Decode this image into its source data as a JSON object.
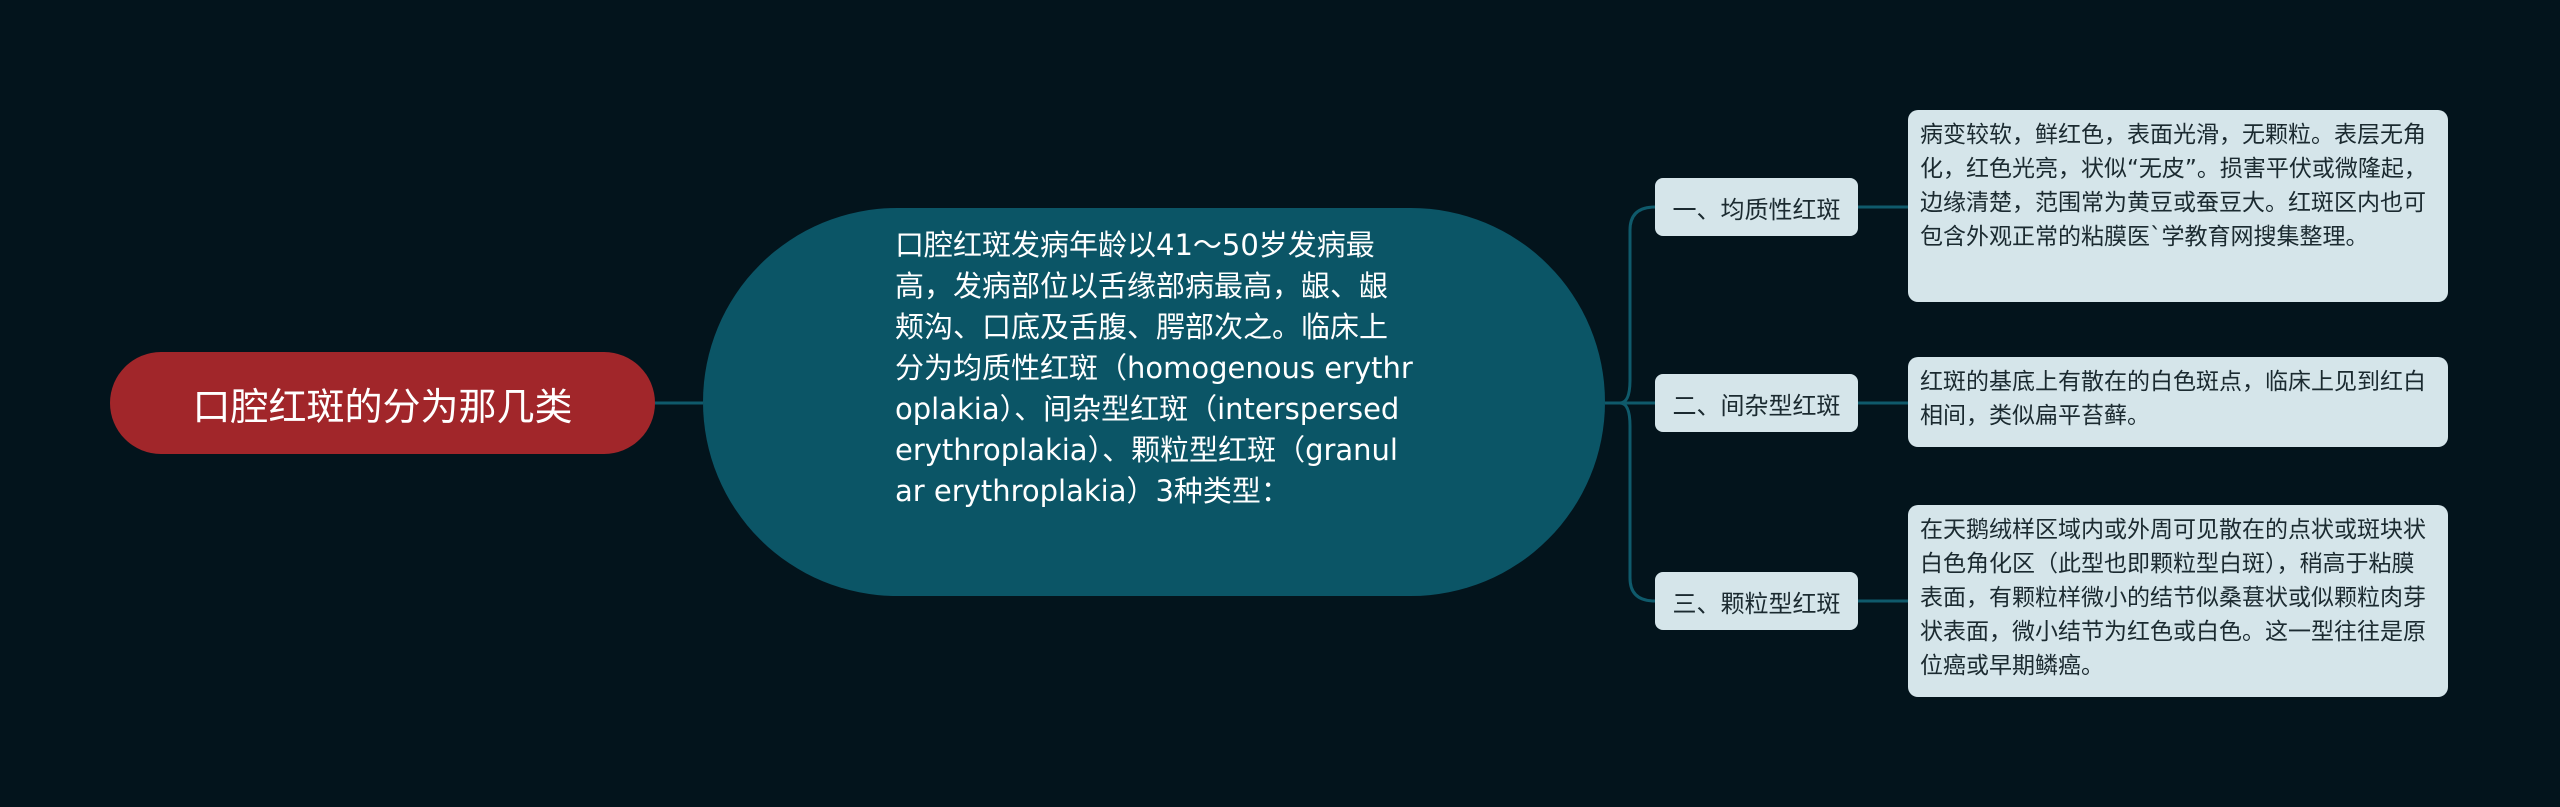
{
  "root": {
    "label": "口腔红斑的分为那几类"
  },
  "center": {
    "text": "口腔红斑发病年龄以41～50岁发病最高，发病部位以舌缘部病最高，龈、龈颊沟、口底及舌腹、腭部次之。临床上分为均质性红斑（homogenous erythroplakia）、间杂型红斑（interspersed erythroplakia）、颗粒型红斑（granular erythroplakia）3种类型："
  },
  "branches": [
    {
      "label": "一、均质性红斑",
      "detail": "病变较软，鲜红色，表面光滑，无颗粒。表层无角化，红色光亮，状似“无皮”。损害平伏或微隆起，边缘清楚，范围常为黄豆或蚕豆大。红斑区内也可包含外观正常的粘膜医`学教育网搜集整理。"
    },
    {
      "label": "二、间杂型红斑",
      "detail": "红斑的基底上有散在的白色斑点，临床上见到红白相间，类似扁平苔藓。"
    },
    {
      "label": "三、颗粒型红斑",
      "detail": "在天鹅绒样区域内或外周可见散在的点状或斑块状白色角化区（此型也即颗粒型白斑），稍高于粘膜表面，有颗粒样微小的结节似桑葚状或似颗粒肉芽状表面，微小结节为红色或白色。这一型往往是原位癌或早期鳞癌。"
    }
  ],
  "colors": {
    "background": "#03141c",
    "root": "#a1262a",
    "center": "#0b5566",
    "node": "#d5e5ea",
    "connector": "#0f5a6b"
  }
}
